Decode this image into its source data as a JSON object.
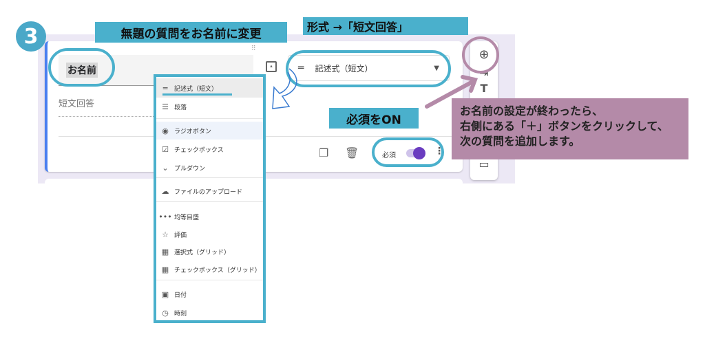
{
  "step_number": "3",
  "annotations": {
    "rename_title": "無題の質問をお名前に変更",
    "format": "形式 →「短文回答」",
    "required_on": "必須をON",
    "next_step": [
      "お名前の設定が終わったら、",
      "右側にある「＋」ボタンをクリックして、",
      "次の質問を追加します。"
    ]
  },
  "question": {
    "title": "お名前",
    "answer_placeholder": "短文回答",
    "type_selected": "記述式（短文）",
    "required_label": "必須",
    "required": true
  },
  "type_menu": [
    {
      "icon": "short-text-icon",
      "label": "記述式（短文）"
    },
    {
      "icon": "paragraph-icon",
      "label": "段落"
    },
    {
      "icon": "radio-icon",
      "label": "ラジオボタン"
    },
    {
      "icon": "checkbox-icon",
      "label": "チェックボックス"
    },
    {
      "icon": "dropdown-icon",
      "label": "プルダウン"
    },
    {
      "icon": "cloud-upload-icon",
      "label": "ファイルのアップロード"
    },
    {
      "icon": "linear-scale-icon",
      "label": "均等目盛"
    },
    {
      "icon": "star-icon",
      "label": "評価"
    },
    {
      "icon": "grid-icon",
      "label": "選択式（グリッド）"
    },
    {
      "icon": "grid-icon",
      "label": "チェックボックス（グリッド）"
    },
    {
      "icon": "calendar-icon",
      "label": "日付"
    },
    {
      "icon": "clock-icon",
      "label": "時刻"
    }
  ],
  "colors": {
    "annotation_blue": "#4ab0cc",
    "annotation_pink": "#b48aa8",
    "accent": "#6a3cc0"
  }
}
